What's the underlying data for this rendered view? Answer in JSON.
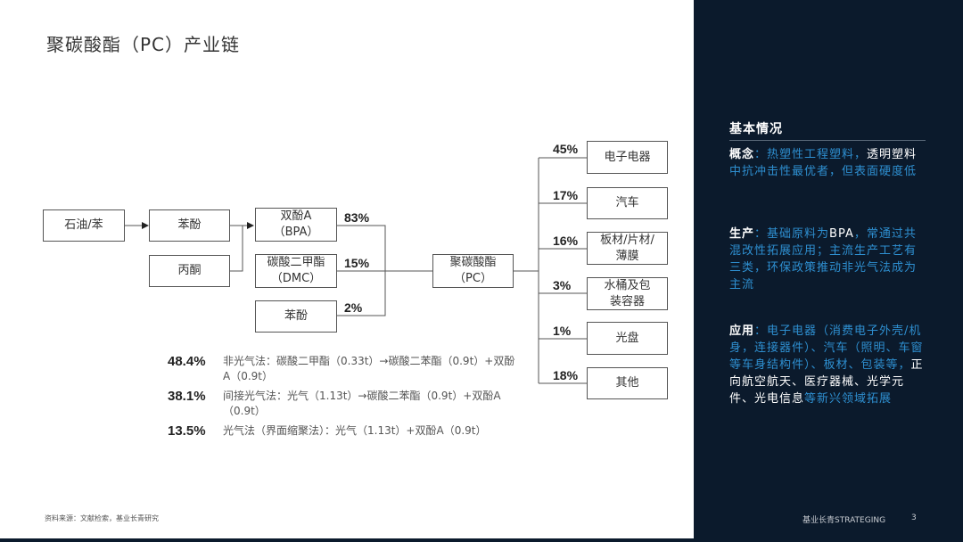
{
  "title": "聚碳酸酯（PC）产业链",
  "flow": {
    "crude": "石油/苯",
    "phenol": "苯酚",
    "acetone": "丙酮",
    "bpa": "双酚A（BPA）",
    "dmc": "碳酸二甲酯（DMC）",
    "phenol2": "苯酚",
    "bpa_pct": "83%",
    "dmc_pct": "15%",
    "phenol2_pct": "2%",
    "pc": "聚碳酸酯（PC）",
    "apps": [
      {
        "label": "电子电器",
        "pct": "45%"
      },
      {
        "label": "汽车",
        "pct": "17%"
      },
      {
        "label": "板材/片材/薄膜",
        "pct": "16%"
      },
      {
        "label": "水桶及包装容器",
        "pct": "3%"
      },
      {
        "label": "光盘",
        "pct": "1%"
      },
      {
        "label": "其他",
        "pct": "18%"
      }
    ]
  },
  "routes": [
    {
      "pct": "48.4%",
      "desc": "非光气法：碳酸二甲酯（0.33t）→碳酸二苯酯（0.9t）+双酚A（0.9t）"
    },
    {
      "pct": "38.1%",
      "desc": "间接光气法：光气（1.13t）→碳酸二苯酯（0.9t）+双酚A（0.9t）"
    },
    {
      "pct": "13.5%",
      "desc": "光气法（界面缩聚法）：光气（1.13t）+双酚A（0.9t）"
    }
  ],
  "source": "资料来源：文献检索，基业长青研究",
  "sidebar": {
    "title": "基本情况",
    "concept": {
      "k": "概念",
      "a": "：热塑性工程塑料，",
      "b": "透明塑料",
      "c": "中抗冲击性最优者，但表面硬度低"
    },
    "production": {
      "k": "生产",
      "a": "：基础原料为",
      "b": "BPA",
      "c": "，常通过共混改性拓展应用；主流生产工艺有三类，环保政策推动非光气法成为主流"
    },
    "application": {
      "k": "应用",
      "a": "：电子电器（消费电子外壳/机身，连接器件）、汽车（照明、车窗等车身结构件）、板材、包装等，",
      "b": "正向航空航天、医疗器械、光学元件、光电信息",
      "c": "等新兴领域拓展"
    }
  },
  "footer": {
    "brand": "基业长青STRATEGING",
    "page": "3"
  },
  "colors": {
    "panel": "#0b1a2c",
    "accent": "#2e8fd0"
  }
}
